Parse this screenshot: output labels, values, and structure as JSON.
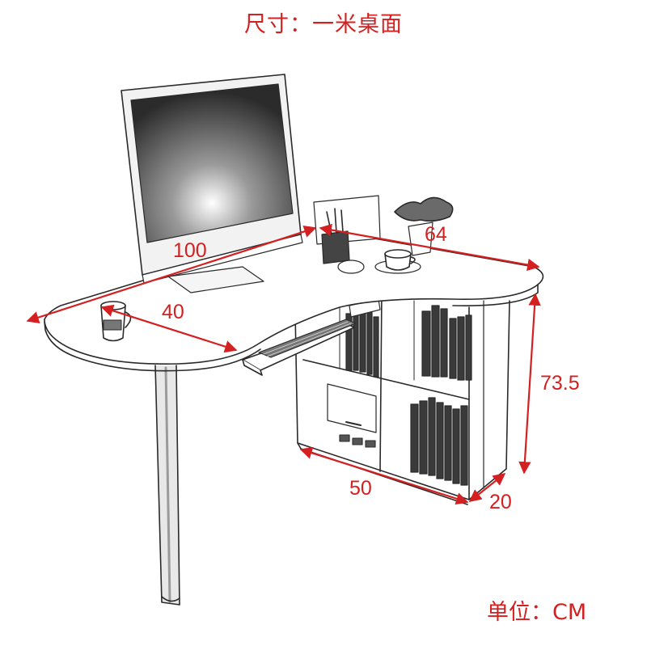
{
  "title": "尺寸：一米桌面",
  "unit_label": "单位：CM",
  "dimensions": {
    "length": "100",
    "depth": "40",
    "side": "64",
    "height": "73.5",
    "cabinet_width": "50",
    "cabinet_depth": "20"
  },
  "colors": {
    "annotation": "#d42020",
    "sketch": "#2a2a2a"
  }
}
